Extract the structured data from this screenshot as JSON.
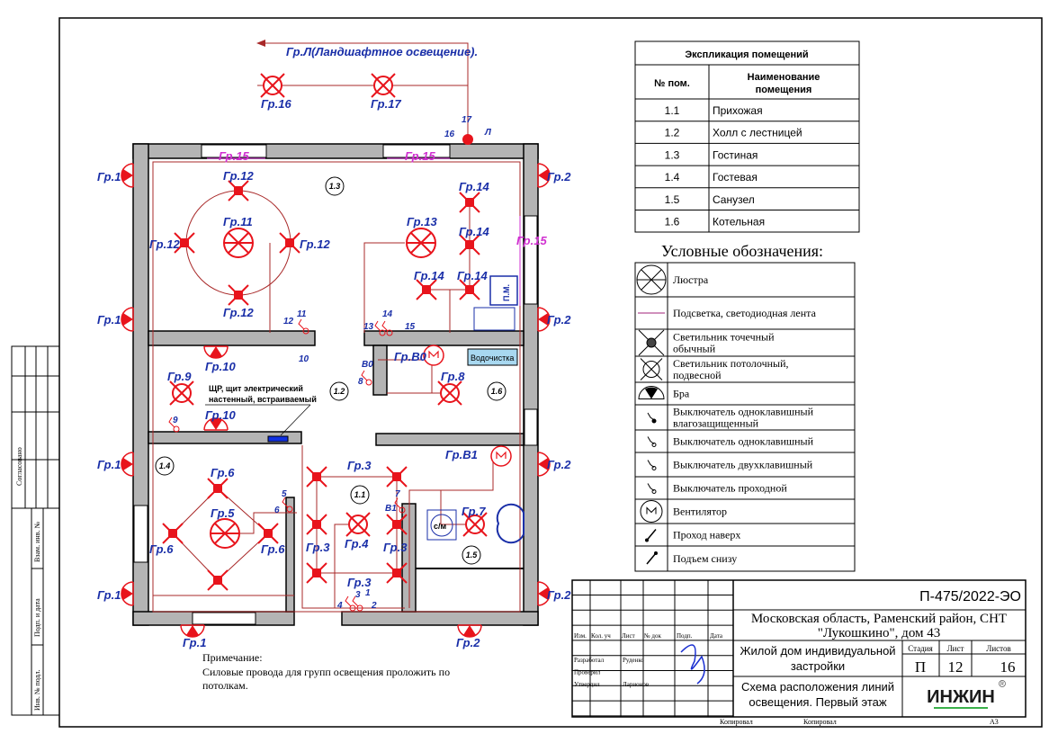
{
  "plan": {
    "labels": [
      "Гр.Л(Ландшафтное освещение).",
      "Гр.16",
      "Гр.17",
      "16",
      "17",
      "Л",
      "Гр.15",
      "Гр.15",
      "Гр.15",
      "Гр.1",
      "Гр.2",
      "Гр.12",
      "Гр.14",
      "Гр.11",
      "Гр.13",
      "Гр.12",
      "Гр.12",
      "Гр.14",
      "Гр.14",
      "Гр.14",
      "Гр.12",
      "Гр.1",
      "Гр.2",
      "12",
      "11",
      "13",
      "14",
      "15",
      "10",
      "Гр.10",
      "Гр.9",
      "Гр.В0",
      "В0",
      "8",
      "Гр.8",
      "Гр.10",
      "9",
      "Гр.1",
      "Гр.2",
      "Гр.В1",
      "Гр.3",
      "Гр.6",
      "5",
      "6",
      "7",
      "В1",
      "Гр.5",
      "Гр.7",
      "Гр.6",
      "Гр.3",
      "Гр.4",
      "Гр.3",
      "Гр.6",
      "Гр.3",
      "Гр.1",
      "Гр.2",
      "4",
      "3",
      "1",
      "2",
      "Гр.1",
      "Гр.2"
    ],
    "rooms": [
      "1.3",
      "1.2",
      "1.6",
      "1.4",
      "1.1",
      "1.5"
    ],
    "panel_label_1": "ЩР, щит электрический",
    "panel_label_2": "настенный, встраиваемый",
    "water_treatment": "Водочистка",
    "washing_machine": "с/м",
    "pm_box": "П.М.",
    "note_title": "Примечание:",
    "note_line1": "Силовые провода для групп освещения проложить по",
    "note_line2": "потолкам."
  },
  "explication": {
    "title": "Экспликация помещений",
    "col_num": "№ пом.",
    "col_name_1": "Наименование",
    "col_name_2": "помещения",
    "rows": [
      {
        "num": "1.1",
        "name": "Прихожая"
      },
      {
        "num": "1.2",
        "name": "Холл с лестницей"
      },
      {
        "num": "1.3",
        "name": "Гостиная"
      },
      {
        "num": "1.4",
        "name": "Гостевая"
      },
      {
        "num": "1.5",
        "name": "Санузел"
      },
      {
        "num": "1.6",
        "name": "Котельная"
      }
    ]
  },
  "legend": {
    "title": "Условные обозначения:",
    "items": [
      {
        "icon": "chandelier-icon",
        "text": [
          "Люстра"
        ]
      },
      {
        "icon": "led-strip-icon",
        "text": [
          "Подсветка, светодиодная лента"
        ]
      },
      {
        "icon": "spotlight-icon",
        "text": [
          "Светильник точечный",
          "обычный"
        ]
      },
      {
        "icon": "pendant-light-icon",
        "text": [
          "Светильник потолочный,",
          "подвесной"
        ]
      },
      {
        "icon": "sconce-icon",
        "text": [
          "Бра"
        ]
      },
      {
        "icon": "switch-waterproof-icon",
        "text": [
          "Выключатель одноклавишный",
          "влагозащищенный"
        ]
      },
      {
        "icon": "switch-single-icon",
        "text": [
          "Выключатель одноклавишный"
        ]
      },
      {
        "icon": "switch-double-icon",
        "text": [
          "Выключатель двухклавишный"
        ]
      },
      {
        "icon": "switch-passthrough-icon",
        "text": [
          "Выключатель проходной"
        ]
      },
      {
        "icon": "fan-icon",
        "text": [
          "Вентилятор"
        ]
      },
      {
        "icon": "pass-up-icon",
        "text": [
          "Проход наверх"
        ]
      },
      {
        "icon": "rise-from-below-icon",
        "text": [
          "Подъем снизу"
        ]
      }
    ]
  },
  "title_block": {
    "code": "П-475/2022-ЭО",
    "address_1": "Московская область, Раменский район, СНТ",
    "address_2": "\"Лукошкино\", дом 43",
    "object_1": "Жилой дом индивидуальной",
    "object_2": "застройки",
    "sheet_title_1": "Схема расположения линий",
    "sheet_title_2": "освещения. Первый этаж",
    "stage_label": "Стадия",
    "sheet_label": "Лист",
    "sheets_label": "Листов",
    "stage": "П",
    "sheet": "12",
    "sheets": "16",
    "headers": [
      "Изм.",
      "Кол. уч",
      "Лист",
      "№ док",
      "Подп.",
      "Дата"
    ],
    "roles": [
      {
        "role": "Разработал",
        "name": "Руденко"
      },
      {
        "role": "Проверил",
        "name": ""
      },
      {
        "role": "Утвердил",
        "name": "Ларионов"
      }
    ],
    "logo": "ИНЖИН",
    "copied_1": "Копировал",
    "copied_2": "Копировал",
    "format": "А3"
  },
  "side_strip": {
    "agreed": "Согласовано",
    "inv_replaced": "Взам. инв. №",
    "sign_date": "Подп. и дата",
    "inv_orig": "Инв. № подл."
  },
  "colors": {
    "red": "#e8141c",
    "blue": "#1a2fa8",
    "magenta": "#d030d0",
    "wire": "#a82828",
    "wall": "#b4b4b4"
  }
}
